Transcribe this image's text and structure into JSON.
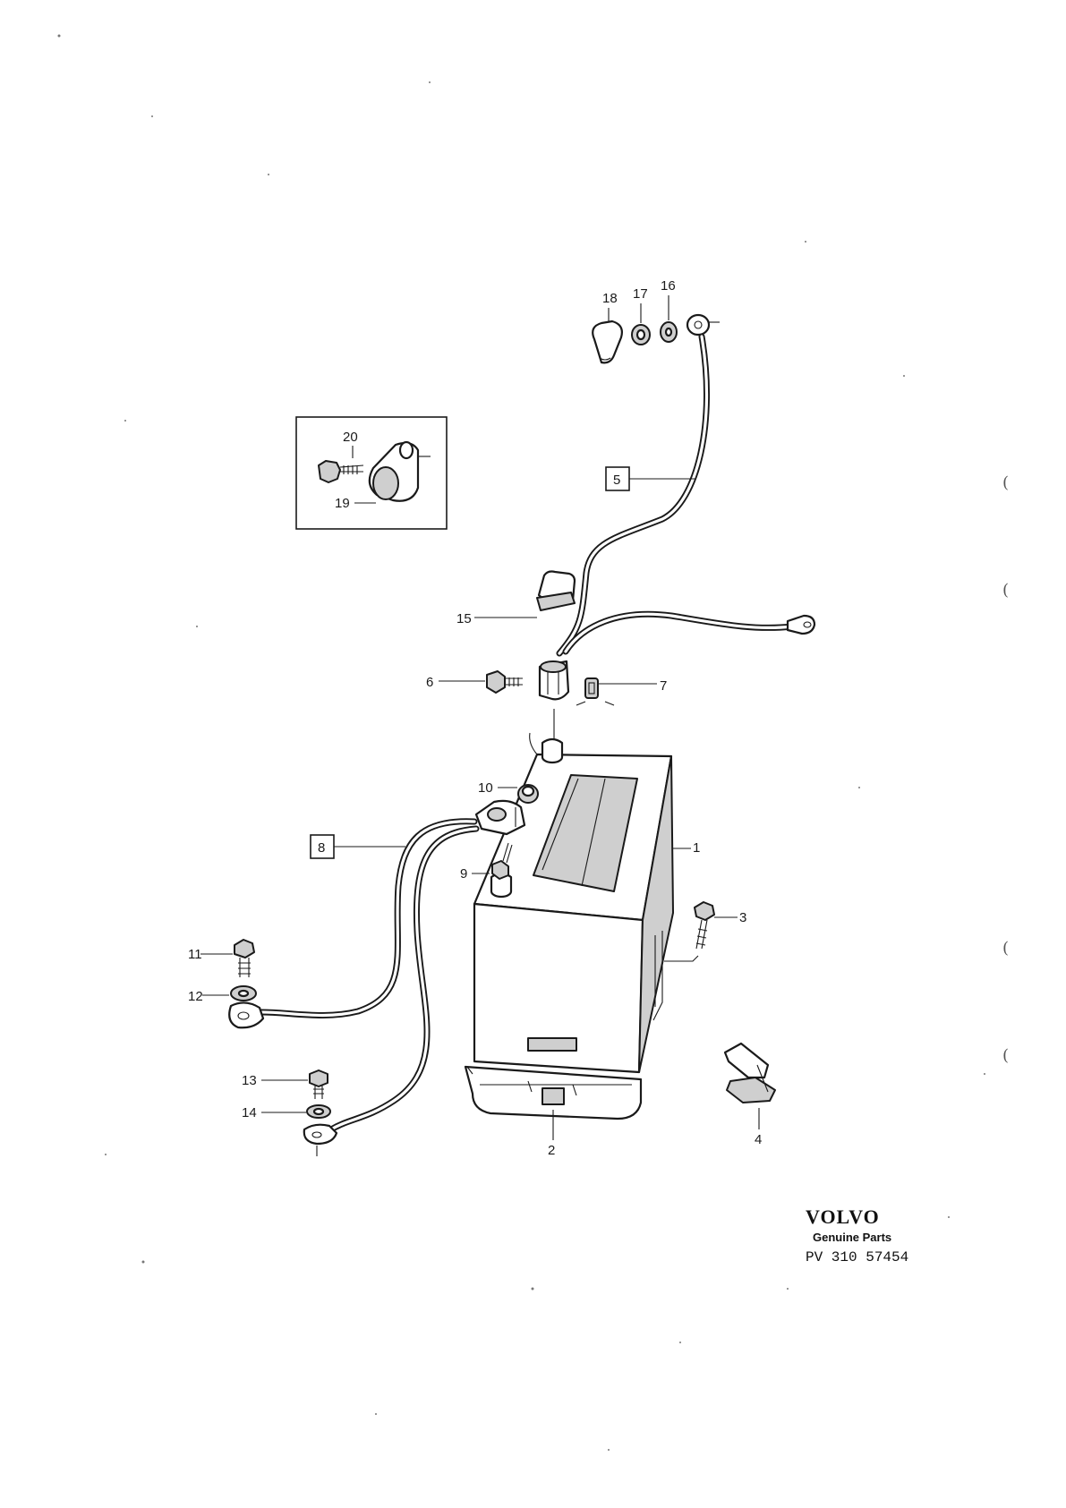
{
  "brand": {
    "logo": "VOLVO",
    "tagline": "Genuine Parts",
    "code": "PV 310 57454"
  },
  "callouts": {
    "c1": "1",
    "c2": "2",
    "c3": "3",
    "c4": "4",
    "c5": "5",
    "c6": "6",
    "c7": "7",
    "c8": "8",
    "c9": "9",
    "c10": "10",
    "c11": "11",
    "c12": "12",
    "c13": "13",
    "c14": "14",
    "c15": "15",
    "c16": "16",
    "c17": "17",
    "c18": "18",
    "c19": "19",
    "c20": "20"
  },
  "margin_marks": [
    "(",
    "(",
    "(",
    "("
  ],
  "colors": {
    "ink": "#1a1a1a",
    "paper": "#ffffff",
    "shade": "#cfcfcf"
  }
}
